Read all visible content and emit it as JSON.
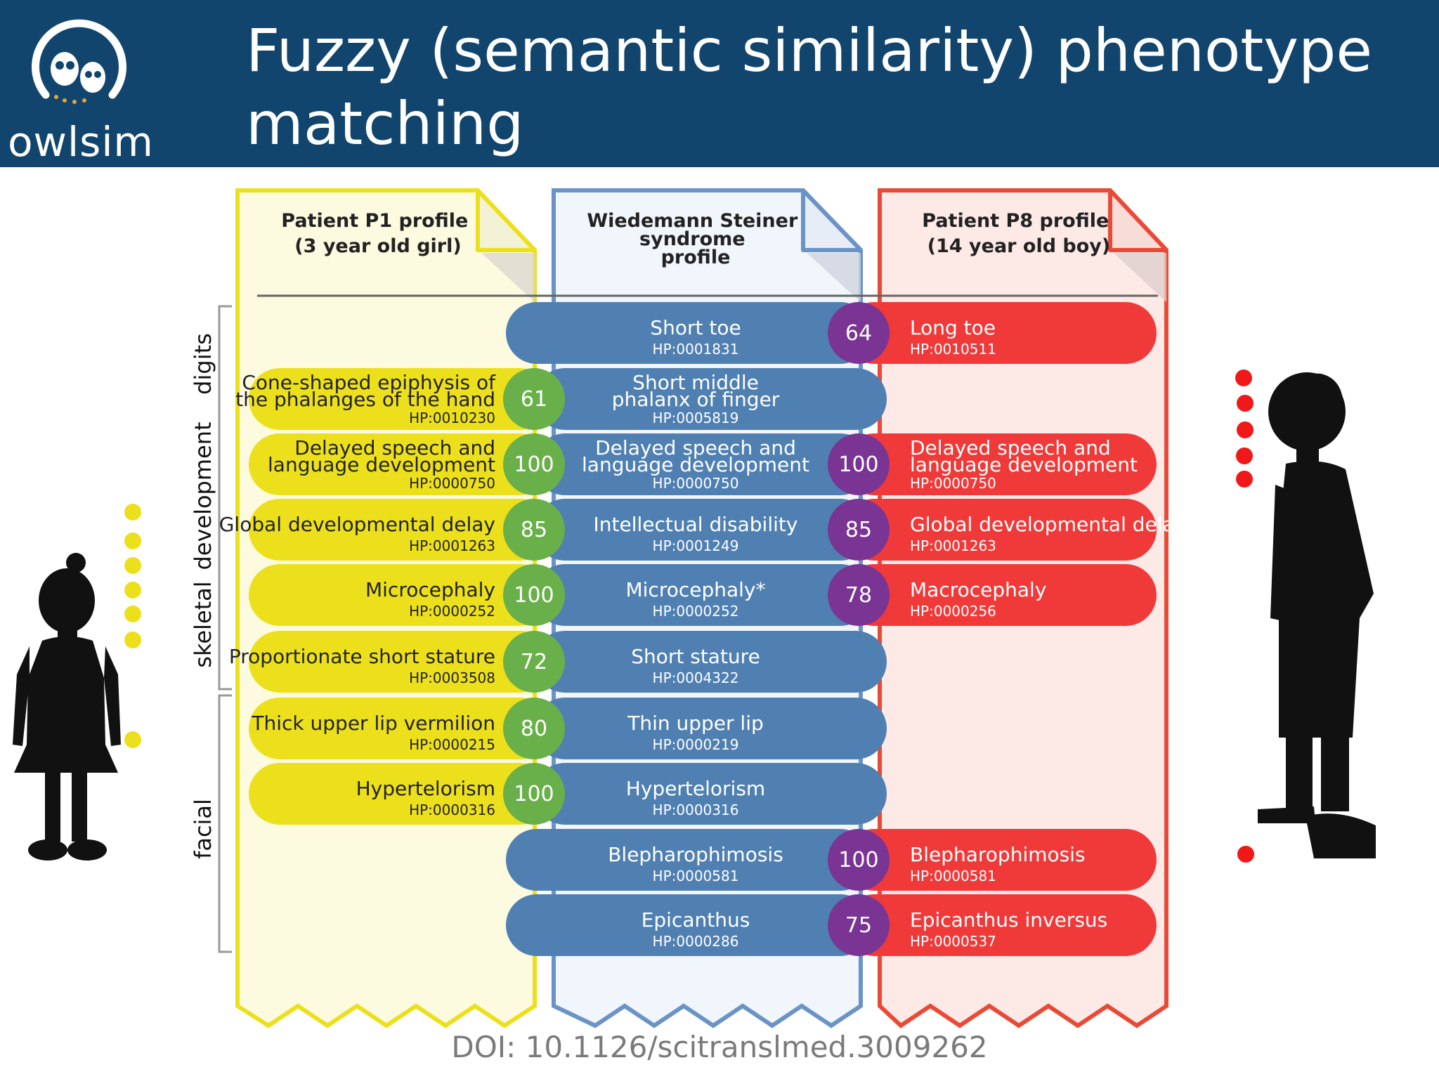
{
  "header": {
    "logo_text": "owlsim",
    "title_line1": "Fuzzy (semantic similarity) phenotype",
    "title_line2": "matching"
  },
  "columns": {
    "p1": {
      "title_lines": [
        "Patient P1 profile",
        "(3 year old girl)"
      ]
    },
    "wss": {
      "title_lines": [
        "Wiedemann Steiner",
        "syndrome",
        "profile"
      ]
    },
    "p8": {
      "title_lines": [
        "Patient P8 profile",
        "(14 year old boy)"
      ]
    }
  },
  "categories": [
    "digits",
    "development",
    "skeletal",
    "facial"
  ],
  "rows": [
    {
      "p1": null,
      "p1_score": null,
      "wss": {
        "lines": [
          "Short toe"
        ],
        "id": "HP:0001831"
      },
      "p8_score": "64",
      "p8": {
        "lines": [
          "Long toe"
        ],
        "id": "HP:0010511"
      }
    },
    {
      "p1": {
        "lines": [
          "Cone-shaped epiphysis of",
          "the phalanges of the hand"
        ],
        "id": "HP:0010230"
      },
      "p1_score": "61",
      "wss": {
        "lines": [
          "Short middle",
          "phalanx of finger"
        ],
        "id": "HP:0005819"
      },
      "p8_score": null,
      "p8": null
    },
    {
      "p1": {
        "lines": [
          "Delayed speech and",
          "language development"
        ],
        "id": "HP:0000750"
      },
      "p1_score": "100",
      "wss": {
        "lines": [
          "Delayed speech and",
          "language development"
        ],
        "id": "HP:0000750"
      },
      "p8_score": "100",
      "p8": {
        "lines": [
          "Delayed speech and",
          "language development"
        ],
        "id": "HP:0000750"
      }
    },
    {
      "p1": {
        "lines": [
          "Global developmental delay"
        ],
        "id": "HP:0001263"
      },
      "p1_score": "85",
      "wss": {
        "lines": [
          "Intellectual disability"
        ],
        "id": "HP:0001249"
      },
      "p8_score": "85",
      "p8": {
        "lines": [
          "Global developmental delay"
        ],
        "id": "HP:0001263"
      }
    },
    {
      "p1": {
        "lines": [
          "Microcephaly"
        ],
        "id": "HP:0000252"
      },
      "p1_score": "100",
      "wss": {
        "lines": [
          "Microcephaly*"
        ],
        "id": "HP:0000252"
      },
      "p8_score": "78",
      "p8": {
        "lines": [
          "Macrocephaly"
        ],
        "id": "HP:0000256"
      }
    },
    {
      "p1": {
        "lines": [
          "Proportionate short stature"
        ],
        "id": "HP:0003508"
      },
      "p1_score": "72",
      "wss": {
        "lines": [
          "Short stature"
        ],
        "id": "HP:0004322"
      },
      "p8_score": null,
      "p8": null
    },
    {
      "p1": {
        "lines": [
          "Thick upper lip vermilion"
        ],
        "id": "HP:0000215"
      },
      "p1_score": "80",
      "wss": {
        "lines": [
          "Thin upper lip"
        ],
        "id": "HP:0000219"
      },
      "p8_score": null,
      "p8": null
    },
    {
      "p1": {
        "lines": [
          "Hypertelorism"
        ],
        "id": "HP:0000316"
      },
      "p1_score": "100",
      "wss": {
        "lines": [
          "Hypertelorism"
        ],
        "id": "HP:0000316"
      },
      "p8_score": null,
      "p8": null
    },
    {
      "p1": null,
      "p1_score": null,
      "wss": {
        "lines": [
          "Blepharophimosis"
        ],
        "id": "HP:0000581"
      },
      "p8_score": "100",
      "p8": {
        "lines": [
          "Blepharophimosis"
        ],
        "id": "HP:0000581"
      }
    },
    {
      "p1": null,
      "p1_score": null,
      "wss": {
        "lines": [
          "Epicanthus"
        ],
        "id": "HP:0000286"
      },
      "p8_score": "75",
      "p8": {
        "lines": [
          "Epicanthus inversus"
        ],
        "id": "HP:0000537"
      }
    }
  ],
  "colors": {
    "header_bg": "#12456d",
    "yellow": "#ece01c",
    "blue": "#5080b2",
    "red": "#f03a3a",
    "green": "#6ab04a",
    "purple": "#7a3494"
  },
  "doi": "DOI: 10.1126/scitranslmed.3009262"
}
